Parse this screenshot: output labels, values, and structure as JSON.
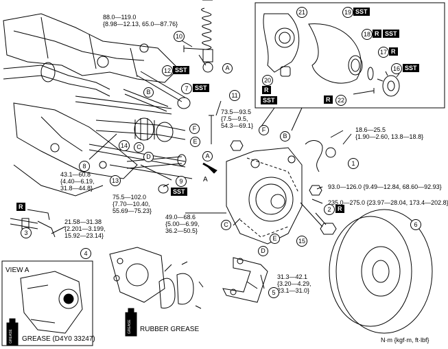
{
  "torques": {
    "t_top": "88.0—119.0\n{8.98—12.13, 65.0—87.76}",
    "t_11": "73.5—93.5\n{7.5—9.5,\n54.3—69.1}",
    "t_18": "18.6—25.5\n{1.90—2.60, 13.8—18.8}",
    "t_8": "43.1—60.8\n{4.40—6.19,\n31.8—44.8}",
    "t_9": "75.5—102.0\n{7.70—10.40,\n55.69—75.23}",
    "t_93": "93.0—126.0 {9.49—12.84, 68.60—92.93}",
    "t_235": "235.0—275.0 {23.97—28.04, 173.4—202.8}",
    "t_21": "21.58—31.38\n{2.201—3.199,\n15.92—23.14}",
    "t_49": "49.0—68.6\n{5.00—6.99,\n36.2—50.5}",
    "t_31": "31.3—42.1\n{3.20—4.29,\n23.1—31.0}"
  },
  "callouts": [
    "1",
    "2",
    "3",
    "4",
    "5",
    "6",
    "7",
    "8",
    "9",
    "10",
    "11",
    "12",
    "13",
    "14",
    "15",
    "16",
    "17",
    "18",
    "19",
    "20",
    "21",
    "22"
  ],
  "letters": [
    "A",
    "B",
    "C",
    "D",
    "E",
    "F"
  ],
  "badges": {
    "sst": "SST",
    "r": "R"
  },
  "view_title": "VIEW A",
  "grease_label": "GREASE (D4Y0 33247)",
  "rubber_grease_label": "RUBBER GREASE",
  "units": "N·m {kgf·m, ft·lbf}",
  "grease_can_text": "GREASE"
}
